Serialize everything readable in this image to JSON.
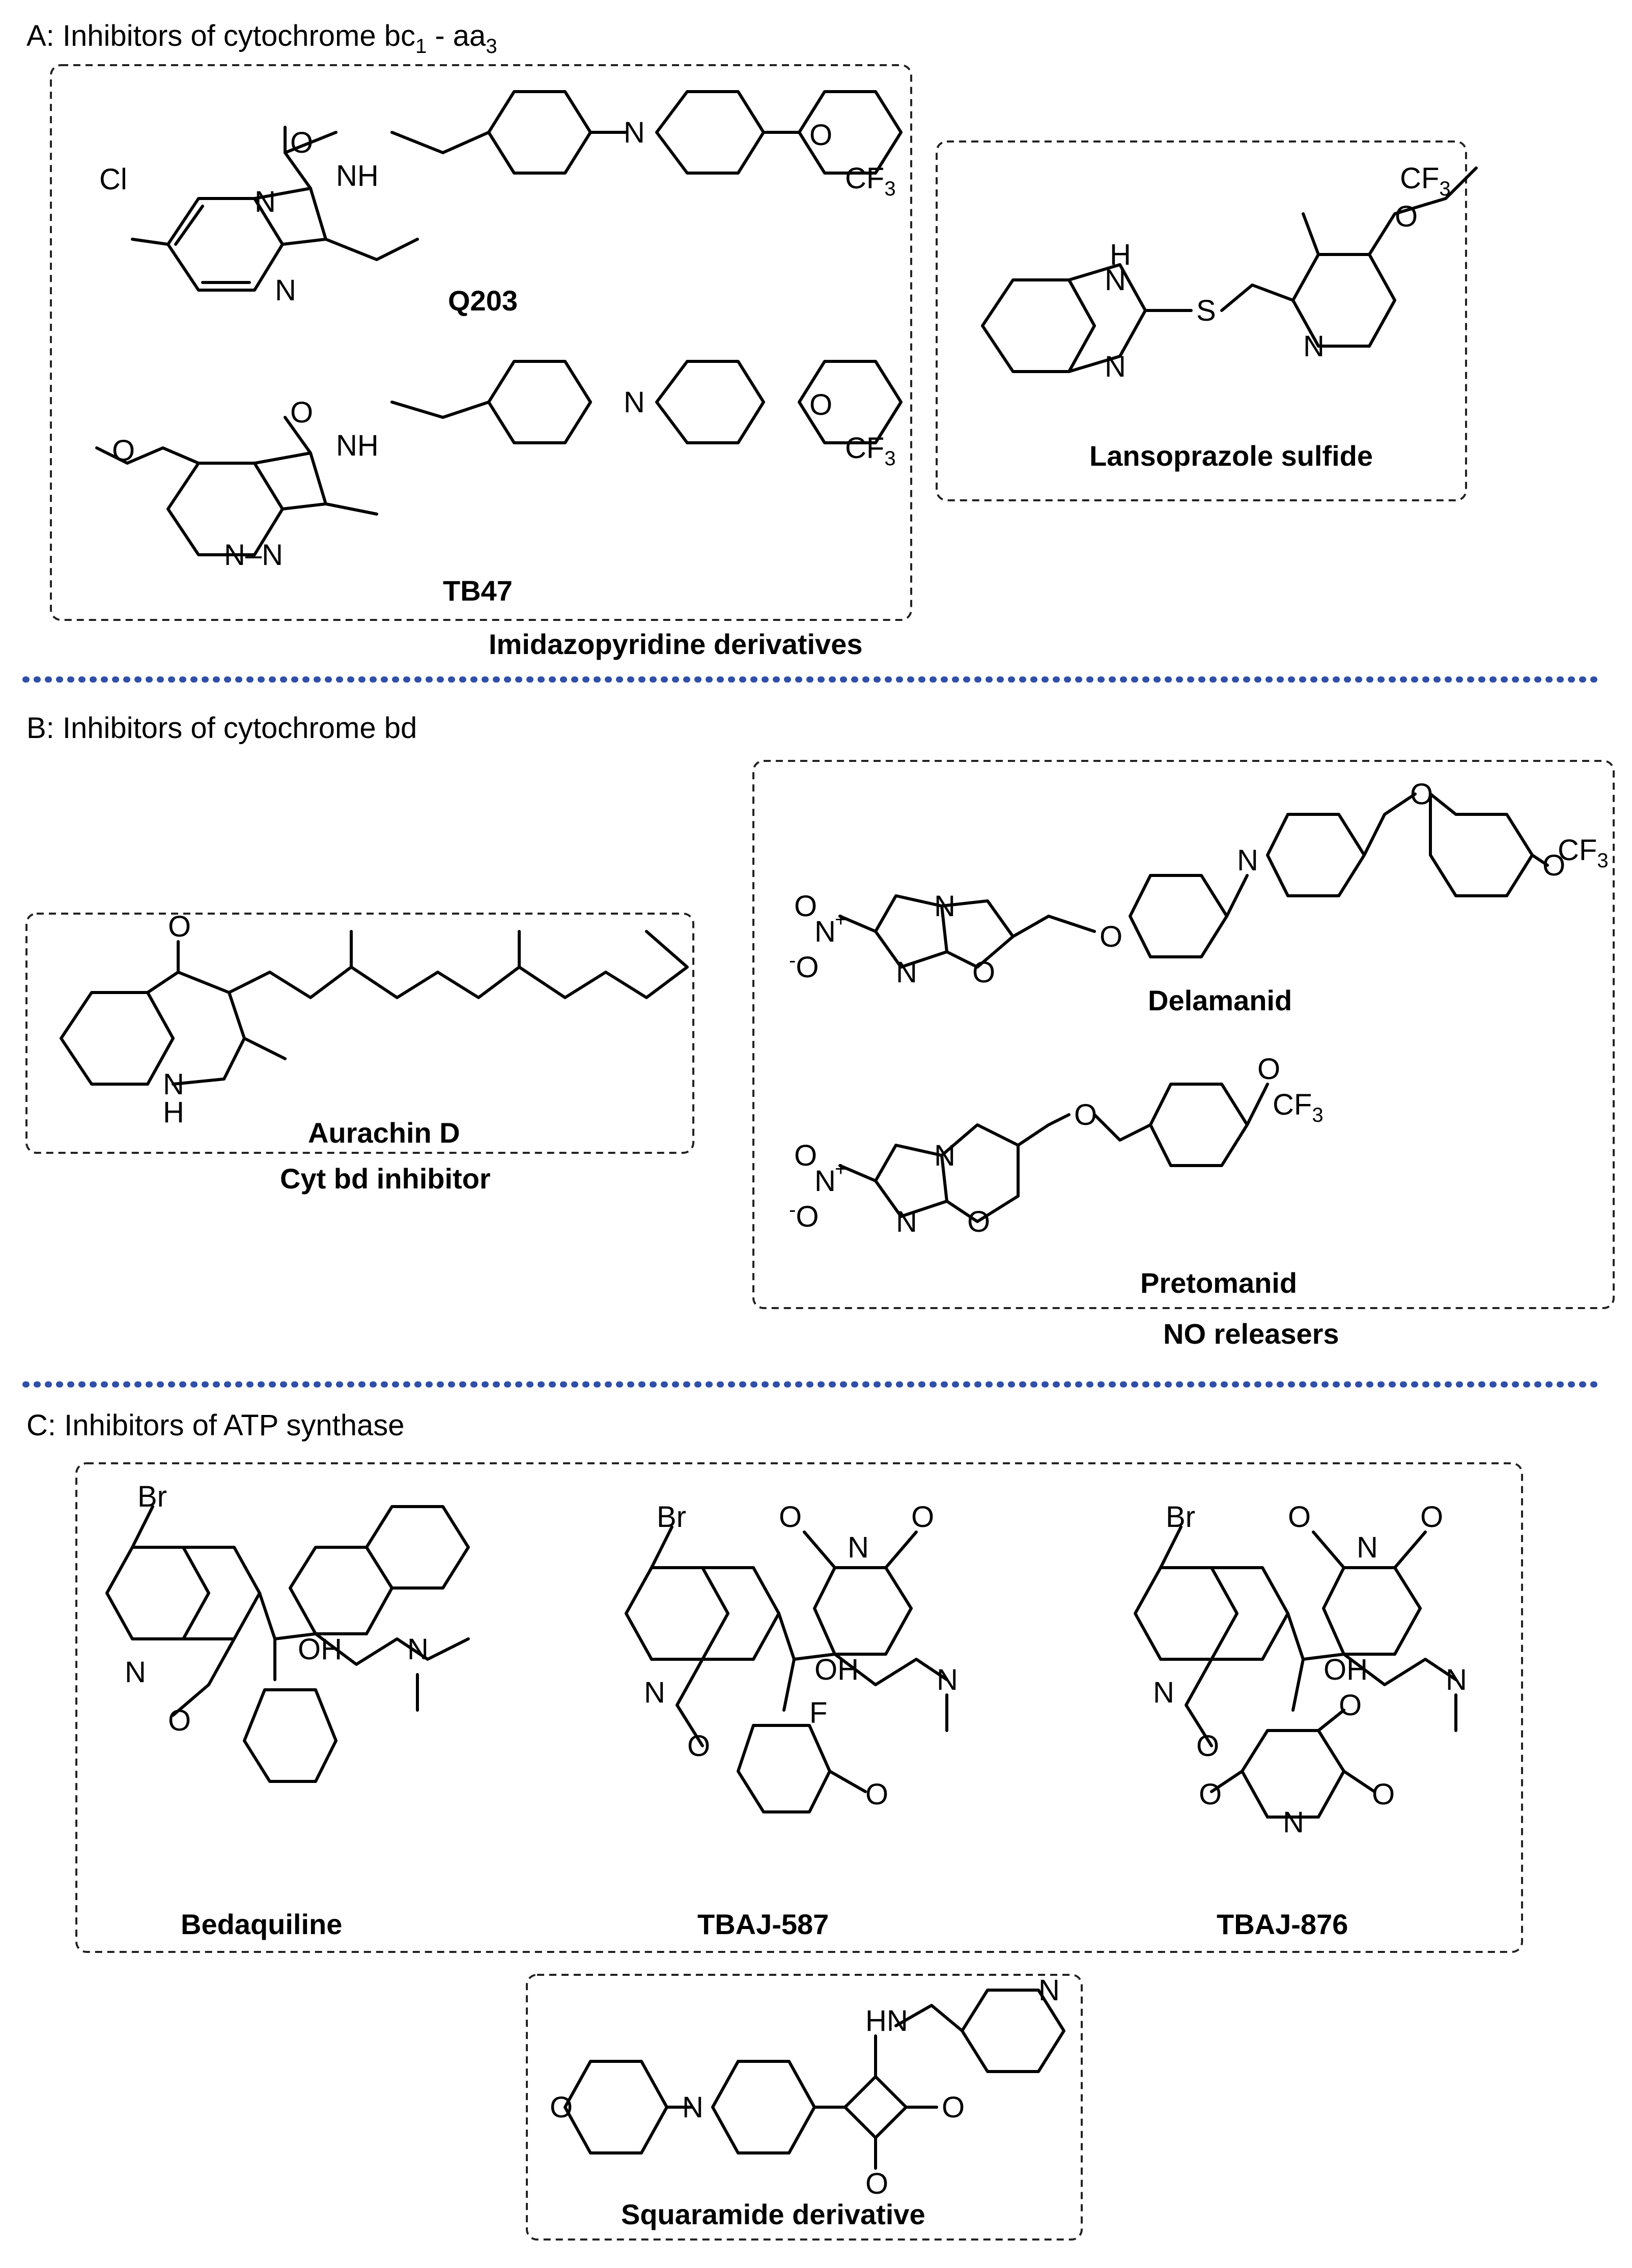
{
  "sections": {
    "a": {
      "title": "A: Inhibitors of cytochrome bc",
      "title_sub1": "1",
      "title_mid": " - aa",
      "title_sub2": "3"
    },
    "b": {
      "title": "B: Inhibitors of cytochrome bd"
    },
    "c": {
      "title": "C: Inhibitors of ATP synthase"
    }
  },
  "compounds": {
    "q203": "Q203",
    "tb47": "TB47",
    "lansoprazole": "Lansoprazole sulfide",
    "aurachin": "Aurachin D",
    "delamanid": "Delamanid",
    "pretomanid": "Pretomanid",
    "bedaquiline": "Bedaquiline",
    "tbaj587": "TBAJ-587",
    "tbaj876": "TBAJ-876",
    "squaramide": "Squaramide derivative"
  },
  "groups": {
    "imidazopyridine": "Imidazopyridine derivatives",
    "cyt_bd": "Cyt bd inhibitor",
    "no_releasers": "NO releasers"
  },
  "atoms": {
    "cl": "Cl",
    "n": "N",
    "o": "O",
    "nh": "NH",
    "h": "H",
    "s": "S",
    "br": "Br",
    "f": "F",
    "oh": "OH",
    "cf": "CF",
    "three": "3",
    "no2_n": "N",
    "plus": "+",
    "minus": "-"
  },
  "colors": {
    "separator": "#2f4fa8"
  }
}
